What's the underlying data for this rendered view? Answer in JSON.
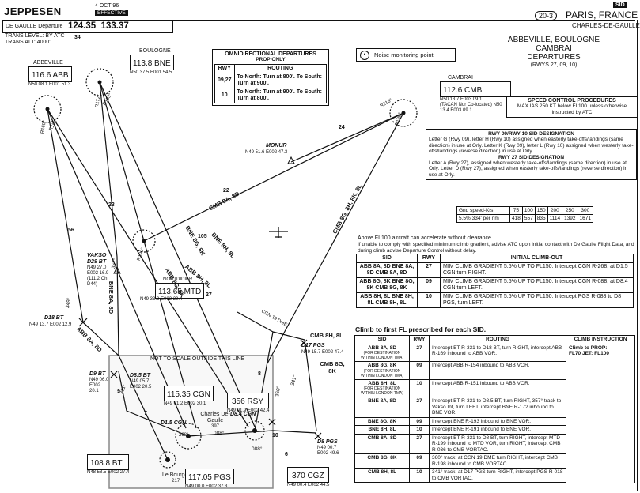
{
  "header": {
    "brand": "JEPPESEN",
    "date": "4 OCT 96",
    "effective": "EFFECTIVE",
    "sid_tag": "SID",
    "freq_label": "DE GAULLE Departure",
    "freq_values": "124.35  133.37",
    "chart_number": "20-3",
    "city": "PARIS, FRANCE",
    "airport": "CHARLES-DE-GAULLE",
    "trans_level": "TRANS LEVEL: BY ATC",
    "trans_alt": "TRANS ALT: 4000'"
  },
  "title": {
    "line1": "ABBEVILLE, BOULOGNE",
    "line2": "CAMBRAI",
    "line3": "DEPARTURES",
    "line4": "(RWYS 27, 09, 10)"
  },
  "omni": {
    "title": "OMNIDIRECTIONAL DEPARTURES",
    "subtitle": "PROP ONLY",
    "headers": [
      "RWY",
      "ROUTING"
    ],
    "rows": [
      {
        "rwy": "09,27",
        "routing": "To North: Turn at 800'. To South: Turn at 900'."
      },
      {
        "rwy": "10",
        "routing": "To North: Turn at 900'. To South: Turn at 800'."
      }
    ]
  },
  "noise_label": "Noise monitoring point",
  "speed_control": {
    "title": "SPEED CONTROL PROCEDURES",
    "text": "MAX IAS 250 KT below FL100 unless otherwise instructed by ATC"
  },
  "designation": {
    "title1": "RWY 09/RWY 10 SID DESIGNATION",
    "text1": "Letter G (Rwy 09), letter H (Rwy 10) assigned when easterly take-offs/landings (same direction) in use at Orly. Letter K (Rwy 09), letter L (Rwy 10) assigned when westerly take-offs/landings (reverse direction) in use at Orly.",
    "title2": "RWY 27 SID DESIGNATION",
    "text2": "Letter A (Rwy 27), assigned when westerly take-offs/landings (same direction) in use at Orly. Letter D (Rwy 27), assigned when easterly take-offs/landings (reverse direction) in use at Orly."
  },
  "speed_table": {
    "label": "Gnd speed-Kts",
    "speeds": [
      "75",
      "100",
      "150",
      "200",
      "250",
      "300"
    ],
    "rate_label": "5.5% 334' per nm",
    "rates": [
      "418",
      "557",
      "835",
      "1114",
      "1392",
      "1671"
    ]
  },
  "climb_note": {
    "line1": "Above FL100 aircraft can accelerate without clearance.",
    "line2": "If unable to comply with specified minimum climb gradient, advise ATC upon initial contact with De Gaulle Flight Data, and during climb advise Departure Control without delay."
  },
  "sid_table": {
    "headers": [
      "SID",
      "RWY",
      "INITIAL CLIMB-OUT"
    ],
    "rows": [
      {
        "sid": "ABB 8A, 8D BNE 8A, 8D CMB 8A, 8D",
        "rwy": "27",
        "text": "MIM CLIMB GRADIENT 5.5% UP TO FL150. Intercept CGN R-268, at D1.5 CGN turn RIGHT."
      },
      {
        "sid": "ABB 8G, 8K BNE 8G, 8K CMB 8G, 8K",
        "rwy": "09",
        "text": "MIM CLIMB GRADIENT 5.5% UP TO FL150. Intercept CGN R-088, at D8.4 CGN turn LEFT."
      },
      {
        "sid": "ABB 8H, 8L BNE 8H, 8L CMB 8H, 8L",
        "rwy": "10",
        "text": "MIM CLIMB GRADIENT 5.5% UP TO FL150. Intercept PGS R-088 to D8 PGS, turn LEFT."
      }
    ]
  },
  "fl_title": "Climb to first FL prescribed for each SID.",
  "fl_table": {
    "headers": [
      "SID",
      "RWY",
      "ROUTING",
      "CLIMB INSTRUCTION"
    ],
    "climb_instruction": "Climb to PROP: FL70 JET: FL100",
    "rows": [
      {
        "sid": "ABB 8A, 8D",
        "sub": "(FOR DESTINATION WITHIN LONDON TMA)",
        "rwy": "27",
        "text": "Intercept BT R-331 to D18 BT, turn RIGHT, intercept ABB R-169 inbound to ABB VOR."
      },
      {
        "sid": "ABB 8G, 8K",
        "sub": "(FOR DESTINATION WITHIN LONDON TMA)",
        "rwy": "09",
        "text": "Intercept ABB R-154 inbound to ABB VOR."
      },
      {
        "sid": "ABB 8H, 8L",
        "sub": "(FOR DESTINATION WITHIN LONDON TMA)",
        "rwy": "10",
        "text": "Intercept ABB R-151 inbound to ABB VOR."
      },
      {
        "sid": "BNE 8A, 8D",
        "sub": "",
        "rwy": "27",
        "text": "Intercept BT R-331 to D8.5 BT, turn RIGHT, 357° track to Vakso Int, turn LEFT, intercept BNE R-172 inbound to BNE VOR."
      },
      {
        "sid": "BNE 8G, 8K",
        "sub": "",
        "rwy": "09",
        "text": "Intercept BNE R-193 inbound to BNE VOR."
      },
      {
        "sid": "BNE 8H, 8L",
        "sub": "",
        "rwy": "10",
        "text": "Intercept BNE R-191 inbound to BNE VOR."
      },
      {
        "sid": "CMB 8A, 8D",
        "sub": "",
        "rwy": "27",
        "text": "Intercept BT R-331 to D8 BT, turn RIGHT, intercept MTD R-199 inbound to MTD VOR, turn RIGHT, intercept CMB R-036 to CMB VORTAC."
      },
      {
        "sid": "CMB 8G, 8K",
        "sub": "",
        "rwy": "09",
        "text": "360° track, at CGN 19 DME turn RIGHT, intercept CMB R-198 inbound to CMB VORTAC."
      },
      {
        "sid": "CMB 8H, 8L",
        "sub": "",
        "rwy": "10",
        "text": "341° track, at D17 PGS turn RIGHT, intercept PGS R-018 to CMB VORTAC."
      }
    ]
  },
  "map": {
    "abb": {
      "name": "ABBEVILLE",
      "freq": "116.6 ABB",
      "coord": "N50 08.1 E001 51.3"
    },
    "bne": {
      "name": "BOULOGNE",
      "freq": "113.8 BNE",
      "coord": "N50 37.5 E001 54.5"
    },
    "cmb": {
      "name": "CAMBRAI",
      "freq": "112.6 CMB",
      "coord": "N50 13.7 E003 09.1",
      "note": "(TACAN Nor Co-located) N50 13.4 E003 09.1"
    },
    "monur": {
      "name": "MONUR",
      "coord": "N49 51.6 E002 47.3"
    },
    "vakso": {
      "name": "VAKSO",
      "dist": "D29 BT",
      "coord": "N49 27.0 E002 16.9",
      "note": "(111.2 Ch D44)"
    },
    "mtd": {
      "name": "NONTDIDIER",
      "freq": "113.65 MTD",
      "coord": "N49 33.2 E002 29.4"
    },
    "d18bt": {
      "name": "D18 BT",
      "coord": "N49 13.7 E002 12.9"
    },
    "d9bt": {
      "name": "D9 BT",
      "coord": "N49 06.0 E002 20.1"
    },
    "d85bt": {
      "name": "D8.5 BT",
      "coord": "N49 05.7 E002 20.5"
    },
    "d17pgs": {
      "name": "D17 PGS",
      "coord": "N49 15.7 E002 47.4"
    },
    "cgn": {
      "freq": "115.35 CGN",
      "coord": "N49 01.2 E002 30.1"
    },
    "rsy": {
      "freq": "356 RSY",
      "coord": "N49 01.9 E002 42.4"
    },
    "d84cgn": {
      "name": "D8.4 CGN"
    },
    "d15cgn": {
      "name": "D1.5 CGN"
    },
    "bt": {
      "freq": "108.8 BT",
      "coord": "N48 58.5 E002 27.4"
    },
    "pgs": {
      "freq": "117.05 PGS",
      "coord": "N49 00.0 E002 37.3"
    },
    "cgz": {
      "freq": "370 CGZ",
      "coord": "N49 00.4 E002 44.5"
    },
    "d8pgs": {
      "name": "D8 PGS",
      "coord": "N49 00.7 E002 49.6"
    },
    "cdg_name": "Charles De-Gaulle",
    "cdg_elev": "397",
    "bourget_name": "Le Bourget",
    "bourget_elev": "217",
    "not_to_scale": "NOT TO SCALE OUTSIDE THIS LINE",
    "route_labels": {
      "cmb8a8d": "CMB 8A, 8D",
      "bne8g8k": "BNE 8G, 8K",
      "bne8h8l": "BNE 8H, 8L",
      "abb8g8k": "ABB 8G, 8K",
      "abb8h8l": "ABB 8H, 8L",
      "bne8a8d": "BNE 8A, 8D",
      "abb8a8d": "ABB 8A, 8D",
      "cmb8g8h": "CMB 8G, 8H, 8K, 8L",
      "cmb8h8l": "CMB 8H, 8L",
      "cmb8g8k": "CMB 8G, 8K",
      "cgn19": "CGN 19 DME"
    },
    "radials": {
      "r172": "R172°",
      "r151": "R151°",
      "r169": "R169°",
      "r216": "R216°",
      "r199": "R199°",
      "r193": "R193°",
      "r191": "R191°",
      "r154": "R154°",
      "r198": "R198°",
      "r036": "R036°",
      "t357": "357°",
      "t349": "349°",
      "t341": "341°",
      "t360": "360°",
      "t088a": "088°",
      "t088b": "088°",
      "t268": "268°",
      "t331": "331°"
    },
    "distances": {
      "d34": "34",
      "d24": "24",
      "d22": "22",
      "d23": "23",
      "d56": "56",
      "d105": "105",
      "d27": "27",
      "d9": "9",
      "d8": "8",
      "d7": "7",
      "d10": "10",
      "d6": "6"
    }
  }
}
